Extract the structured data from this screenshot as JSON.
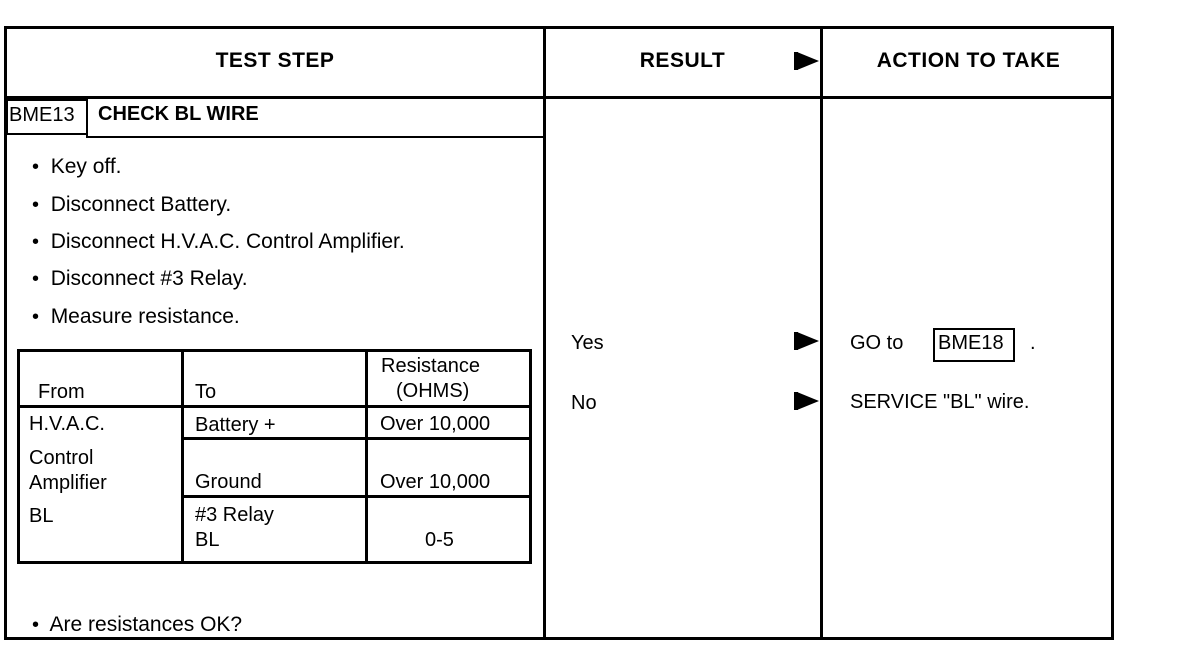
{
  "headers": {
    "test_step": "TEST STEP",
    "result": "RESULT",
    "action": "ACTION TO TAKE"
  },
  "step": {
    "id": "BME13",
    "title": "CHECK BL WIRE",
    "bullets": [
      "Key off.",
      "Disconnect Battery.",
      "Disconnect H.V.A.C. Control Amplifier.",
      "Disconnect #3 Relay.",
      "Measure resistance."
    ],
    "final_question": "Are resistances OK?"
  },
  "table": {
    "col_from": "From",
    "col_to": "To",
    "col_res_line1": "Resistance",
    "col_res_line2": "(OHMS)",
    "from_lines": [
      "H.V.A.C.",
      "Control",
      "Amplifier",
      "BL"
    ],
    "rows": [
      {
        "to": "Battery +",
        "res": "Over 10,000"
      },
      {
        "to": "Ground",
        "res": "Over 10,000"
      },
      {
        "to_line1": "#3 Relay",
        "to_line2": "BL",
        "res": "0-5"
      }
    ]
  },
  "results": {
    "yes": "Yes",
    "no": "No"
  },
  "actions": {
    "yes_prefix": "GO to",
    "yes_target": "BME18",
    "yes_suffix": ".",
    "no_text": "SERVICE \"BL\" wire."
  }
}
